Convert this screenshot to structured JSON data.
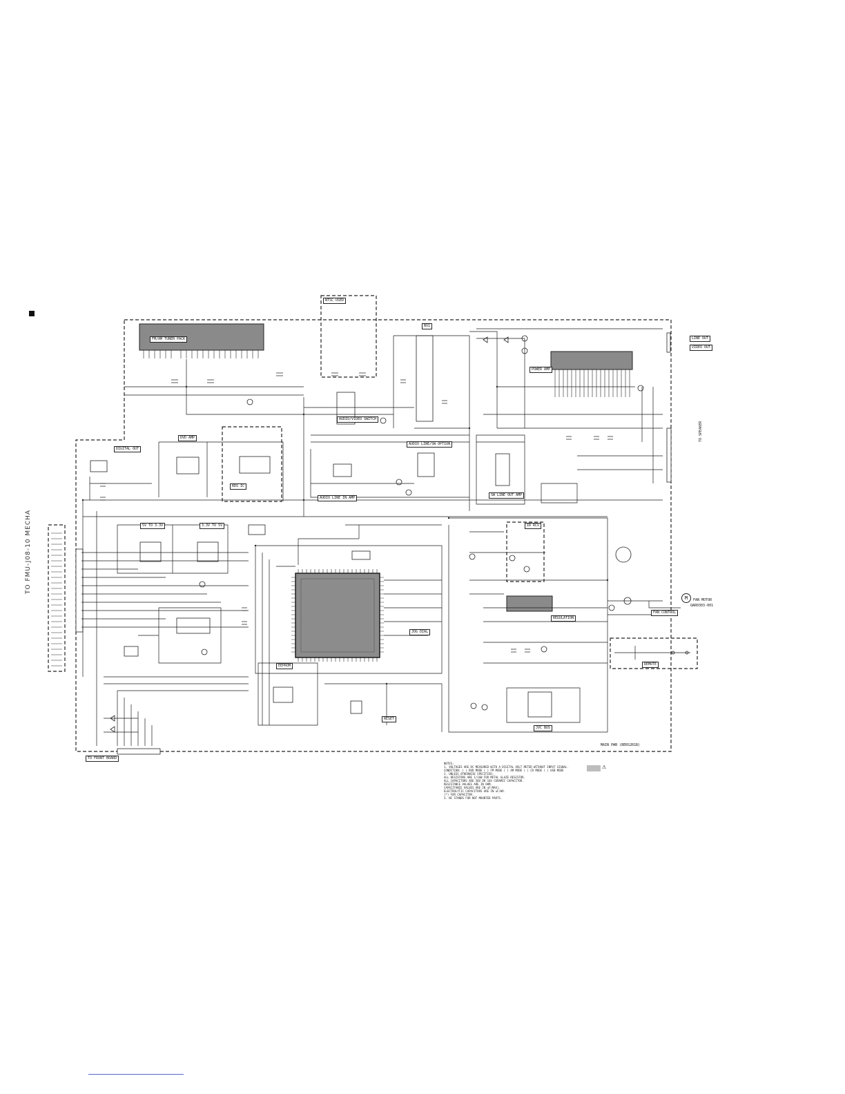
{
  "section_marker": "■",
  "side_label": "TO FMU-J08-10 MECHA",
  "blocks": {
    "fm_am_tuner_pack": "FM/AM TUNER PACK",
    "ntsc_used": "NTSC USED",
    "bu_1": "BU1",
    "power_amp": "POWER AMP",
    "line_out": "LINE OUT",
    "video_out": "VIDEO OUT",
    "audio_video_switch": "AUDIO/VIDEO SWITCH",
    "audio_line_switch": "AUDIO LINE/SW OPTION",
    "audio_line_in_amp": "AUDIO LINE IN AMP",
    "sw_line_out_amp": "SW LINE OUT AMP",
    "digital_out": "DIGITAL OUT",
    "dvd_amp": "DVD AMP",
    "rds_ic": "RDS IC",
    "sv_to_33v": "5V TO 3.3V",
    "v33_to_5v": "3.3V TO 5V",
    "regulation": "REGULATION",
    "reset": "RESET",
    "fan_motor": "FAN MOTOR",
    "fan_motor_part": "QAR0303-001",
    "remote": "REMOTE",
    "jvc_bus": "JVC BUS",
    "main_pwb": "MAIN PWB (BERS2R1B)",
    "jog_dial": "JOG DIAL",
    "eeprom": "EEPROM",
    "fan_control": "FAN CONTROL",
    "ir_rcv": "IR RCV",
    "front_board": "TO FRONT BOARD",
    "speaker_out": "TO SPEAKER"
  },
  "motor_symbol": "M",
  "legend_warning": "⚠",
  "notes": [
    "NOTES:",
    "1. VOLTAGES ARE DC MEASURED WITH A DIGITAL VOLT METER WITHOUT INPUT SIGNAL.",
    "   CONDITION: ( ) DVD MODE ( ) FM MODE [ ] AM MODE ( ) CD MODE ( ) USB MODE",
    "2. UNLESS OTHERWISE SPECIFIED:",
    "   ALL RESISTORS ARE 1/16W FOR METAL GLAZE RESISTOR.",
    "   ALL CAPACITORS ARE 50V OR 16V CERAMIC CAPACITOR.",
    "   RESISTANCE VALUES ARE IN OHM.",
    "   CAPACITANCE VALUES ARE IN uF(MAX).",
    "   ELECTROLYTIC CAPACITORS ARE IN uF/WV.",
    "   (*) FOR CAPACITOR.",
    "3. NC STANDS FOR NOT MOUNTED PARTS."
  ],
  "colors": {
    "ic_fill": "#888888",
    "ic_dark": "#6f6f6f",
    "wire": "#1a1a1a",
    "border": "#222222"
  }
}
